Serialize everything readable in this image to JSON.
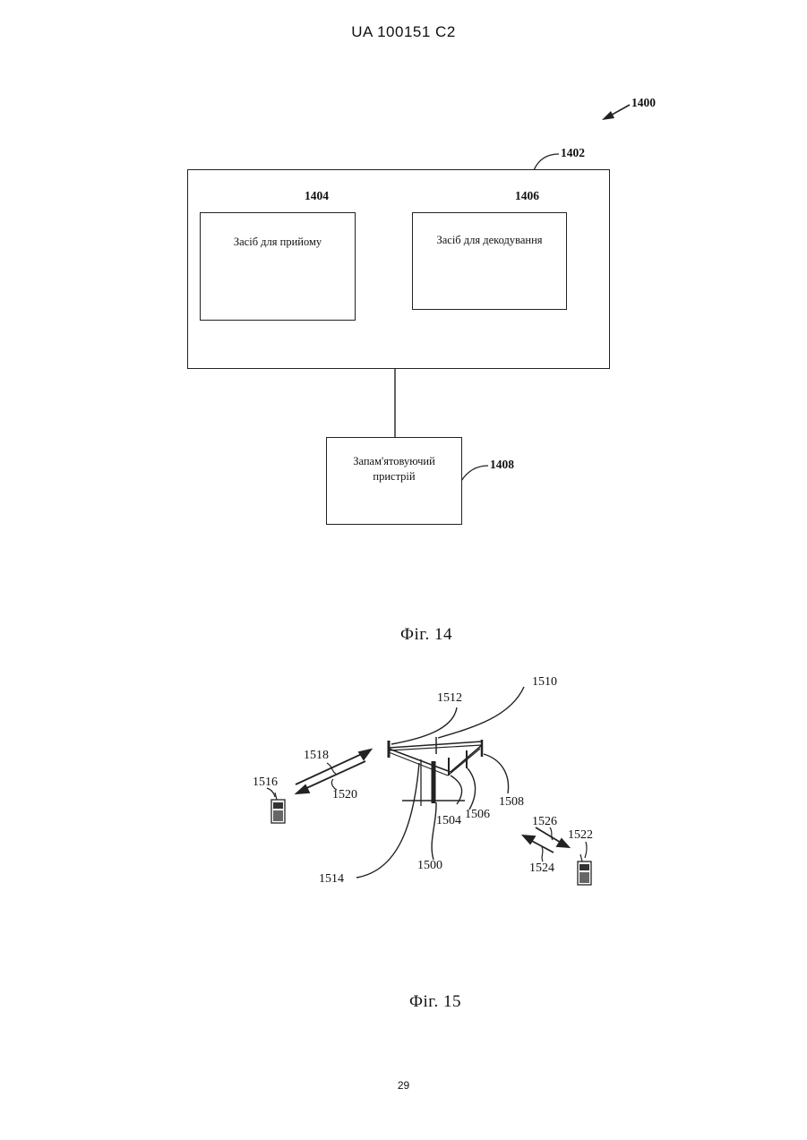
{
  "header": {
    "text": "UA   100151   C2"
  },
  "fig14": {
    "system_ref": "1400",
    "outer_box": {
      "ref": "1402"
    },
    "receive_box": {
      "ref": "1404",
      "label": "Засіб для прийому"
    },
    "decode_box": {
      "ref": "1406",
      "label": "Засіб для декодування"
    },
    "memory_box": {
      "ref": "1408",
      "label_line1": "Запам'ятовуючий",
      "label_line2": "пристрій"
    },
    "caption": "Фіг. 14"
  },
  "fig15": {
    "refs": {
      "base_station": "1500",
      "antenna_1504": "1504",
      "antenna_1506": "1506",
      "antenna_1508": "1508",
      "antenna_group_1510": "1510",
      "antenna_group_1512": "1512",
      "antenna_group_1514": "1514",
      "terminal_1516": "1516",
      "forward_link_1518": "1518",
      "reverse_link_1520": "1520",
      "terminal_1522": "1522",
      "reverse_link_1524": "1524",
      "forward_link_1526": "1526"
    },
    "caption": "Фіг. 15"
  },
  "footer": {
    "page_number": "29"
  }
}
